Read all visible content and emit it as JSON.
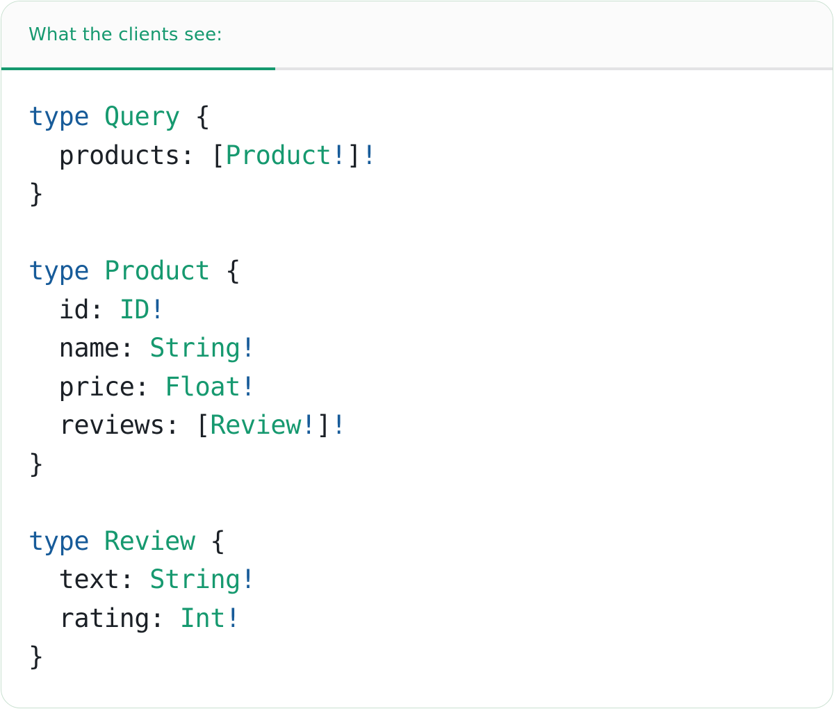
{
  "panel": {
    "tab_label": "What the clients see:"
  },
  "colors": {
    "accent_teal": "#16996f",
    "keyword_blue": "#175b99",
    "code_dark": "#1b2026",
    "divider_gray": "#e3e3e5",
    "card_border_green": "#c9e0d0",
    "header_bg": "#fbfbfb"
  },
  "code": {
    "language": "graphql",
    "lines": [
      {
        "tokens": [
          {
            "text": "type",
            "style": "keyword"
          },
          {
            "text": " ",
            "style": "plain"
          },
          {
            "text": "Query",
            "style": "type"
          },
          {
            "text": " {",
            "style": "plain"
          }
        ]
      },
      {
        "tokens": [
          {
            "text": "  products: [",
            "style": "plain"
          },
          {
            "text": "Product",
            "style": "type"
          },
          {
            "text": "!",
            "style": "keyword"
          },
          {
            "text": "]",
            "style": "plain"
          },
          {
            "text": "!",
            "style": "keyword"
          }
        ]
      },
      {
        "tokens": [
          {
            "text": "}",
            "style": "plain"
          }
        ]
      },
      {
        "tokens": []
      },
      {
        "tokens": [
          {
            "text": "type",
            "style": "keyword"
          },
          {
            "text": " ",
            "style": "plain"
          },
          {
            "text": "Product",
            "style": "type"
          },
          {
            "text": " {",
            "style": "plain"
          }
        ]
      },
      {
        "tokens": [
          {
            "text": "  id: ",
            "style": "plain"
          },
          {
            "text": "ID",
            "style": "type"
          },
          {
            "text": "!",
            "style": "keyword"
          }
        ]
      },
      {
        "tokens": [
          {
            "text": "  name: ",
            "style": "plain"
          },
          {
            "text": "String",
            "style": "type"
          },
          {
            "text": "!",
            "style": "keyword"
          }
        ]
      },
      {
        "tokens": [
          {
            "text": "  price: ",
            "style": "plain"
          },
          {
            "text": "Float",
            "style": "type"
          },
          {
            "text": "!",
            "style": "keyword"
          }
        ]
      },
      {
        "tokens": [
          {
            "text": "  reviews: [",
            "style": "plain"
          },
          {
            "text": "Review",
            "style": "type"
          },
          {
            "text": "!",
            "style": "keyword"
          },
          {
            "text": "]",
            "style": "plain"
          },
          {
            "text": "!",
            "style": "keyword"
          }
        ]
      },
      {
        "tokens": [
          {
            "text": "}",
            "style": "plain"
          }
        ]
      },
      {
        "tokens": []
      },
      {
        "tokens": [
          {
            "text": "type",
            "style": "keyword"
          },
          {
            "text": " ",
            "style": "plain"
          },
          {
            "text": "Review",
            "style": "type"
          },
          {
            "text": " {",
            "style": "plain"
          }
        ]
      },
      {
        "tokens": [
          {
            "text": "  text: ",
            "style": "plain"
          },
          {
            "text": "String",
            "style": "type"
          },
          {
            "text": "!",
            "style": "keyword"
          }
        ]
      },
      {
        "tokens": [
          {
            "text": "  rating: ",
            "style": "plain"
          },
          {
            "text": "Int",
            "style": "type"
          },
          {
            "text": "!",
            "style": "keyword"
          }
        ]
      },
      {
        "tokens": [
          {
            "text": "}",
            "style": "plain"
          }
        ]
      }
    ]
  }
}
